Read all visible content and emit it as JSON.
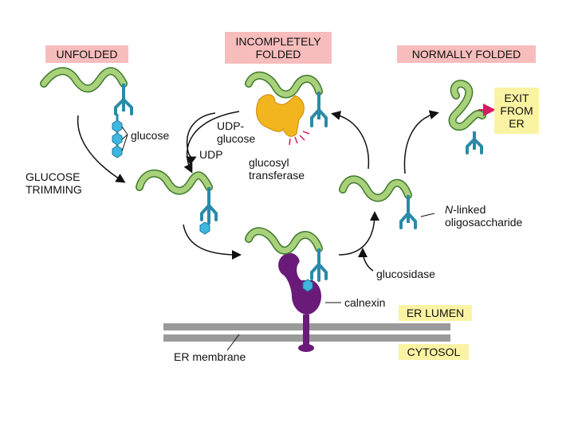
{
  "stages": {
    "unfolded": "UNFOLDED",
    "incompletely_folded": [
      "INCOMPLETELY",
      "FOLDED"
    ],
    "normally_folded": "NORMALLY FOLDED"
  },
  "labels": {
    "glucose": "glucose",
    "glucose_trimming": [
      "GLUCOSE",
      "TRIMMING"
    ],
    "udp_glucose": [
      "UDP-",
      "glucose"
    ],
    "udp": "UDP",
    "glucosyl_transferase": [
      "glucosyl",
      "transferase"
    ],
    "exit_from_er": [
      "EXIT",
      "FROM",
      "ER"
    ],
    "n_linked_italic": "N",
    "n_linked_rest": "-linked",
    "oligosaccharide": "oligosaccharide",
    "glucosidase": "glucosidase",
    "calnexin": "calnexin",
    "er_lumen": "ER LUMEN",
    "cytosol": "CYTOSOL",
    "er_membrane": "ER membrane"
  },
  "colors": {
    "protein": "#a9d07a",
    "protein_outline": "#3d7a2a",
    "oligosaccharide": "#2a8aa8",
    "glucose": "#3fb6dd",
    "transferase": "#f2b51d",
    "calnexin": "#6a1a78",
    "membrane": "#9a9a9a",
    "exit_arrow": "#d81b60",
    "label_pink": "#f7bcbc",
    "label_yellow": "#fbf3a4"
  }
}
